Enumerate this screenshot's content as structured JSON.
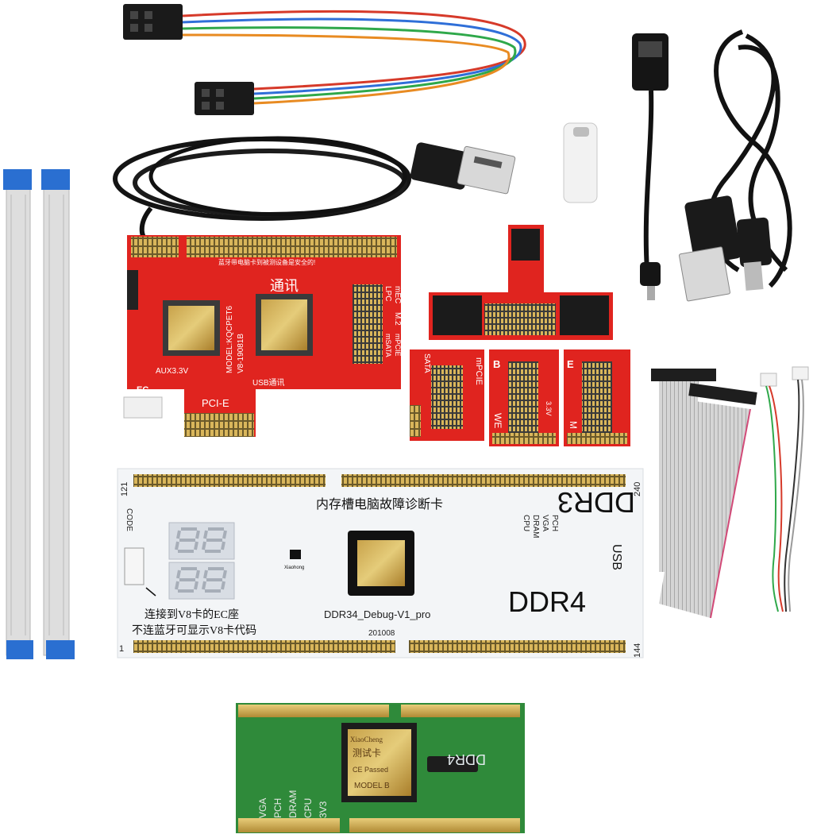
{
  "colors": {
    "pcb_red": "#e0241f",
    "pcb_white": "#f3f5f7",
    "pcb_green": "#2f8a3a",
    "gold": "#c9a64a",
    "cable_black": "#111111",
    "ribbon_grey": "#c8c8c8",
    "flex_blue": "#2a6fd1"
  },
  "icons": {
    "dupont_cable": "dupont-wire-harness-icon",
    "usb_cable": "usb-cable-icon",
    "usb_c_adapter": "usb-c-adapter-icon",
    "otg_cable": "usb-otg-cable-icon",
    "flex_cables": "ffc-flex-cable-icon"
  },
  "pci_card": {
    "title": "蓝牙带电脑卡到被测设备是安全的!",
    "comm": "通讯",
    "model": "MODEL:KQCPET6",
    "version": "V8-19081B",
    "aux": "AUX3.3V",
    "pcie": "PCI-E",
    "usb_comm": "USB通讯",
    "ec": "EC",
    "lpc": "LPC",
    "m2": "M.2",
    "mec": "mEC",
    "mpcie": "mPCIE",
    "msata": "mSATA"
  },
  "adapters": {
    "sata": "SATA",
    "mpcie": "mPCIE",
    "b": "B",
    "we": "WE",
    "v33": "3.3V",
    "e": "E",
    "m": "M"
  },
  "ddr_card": {
    "pin_121": "121",
    "pin_240": "240",
    "pin_1": "1",
    "pin_144": "144",
    "title_cn": "内存槽电脑故障诊断卡",
    "ddr3": "DDR3",
    "ddr4": "DDR4",
    "code": "CODE",
    "pch": "PCH",
    "vga": "VGA",
    "dram": "DRAM",
    "cpu": "CPU",
    "usb": "USB",
    "connect_note": "连接到V8卡的EC座",
    "bt_note": "不连蓝牙可显示V8卡代码",
    "debug": "DDR34_Debug-V1_pro",
    "date": "201008",
    "logo_text": "Xiaohong"
  },
  "sodimm": {
    "vga": "VGA",
    "pch": "PCH",
    "dram": "DRAM",
    "cpu": "CPU",
    "v33": "3V3",
    "ddr4": "DDR4",
    "chip_model": "MODEL B",
    "chip_brand": "XiaoCheng",
    "chip_cn": "测试卡",
    "chip_passed": "CE Passed"
  }
}
